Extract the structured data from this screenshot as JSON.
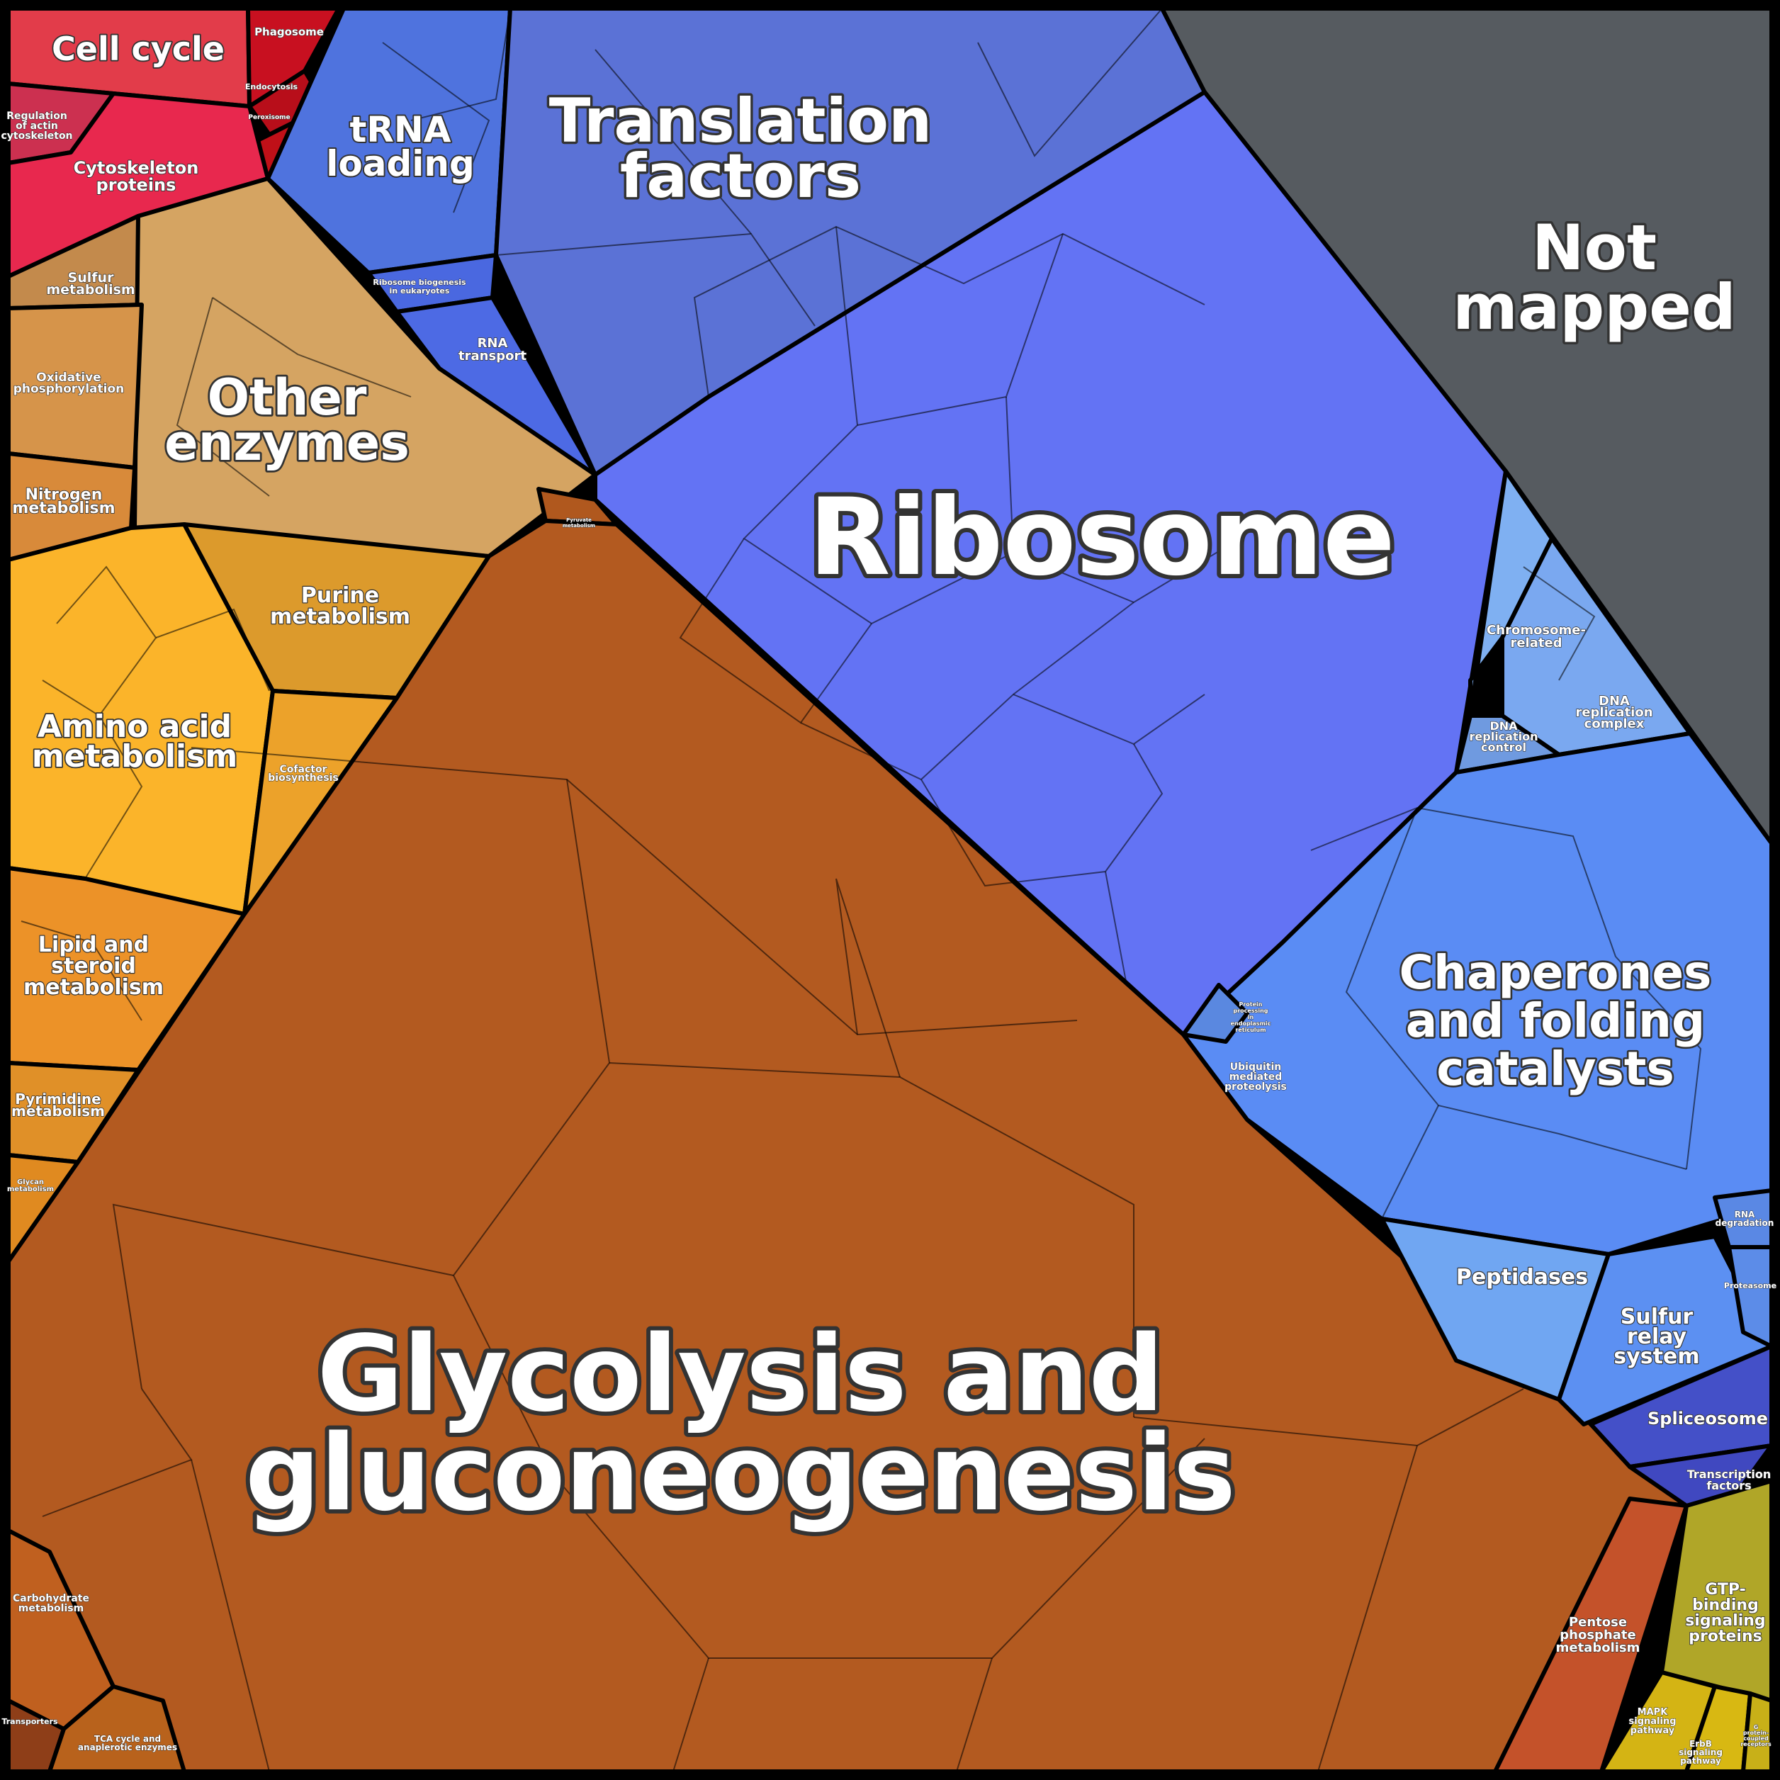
{
  "regions": [
    {
      "id": "cell-cycle",
      "label": "Cell cycle",
      "color": "#e23c4a"
    },
    {
      "id": "phagosome",
      "label": "Phagosome",
      "color": "#c81020"
    },
    {
      "id": "endocytosis",
      "label": "Endocytosis",
      "color": "#b80e1a"
    },
    {
      "id": "peroxisome",
      "label": "Peroxisome",
      "color": "#c01018"
    },
    {
      "id": "regulation-actin",
      "label": "Regulation of actin cytoskeleton",
      "color": "#cc3050"
    },
    {
      "id": "cytoskeleton",
      "label": "Cytoskeleton proteins",
      "color": "#e8284e"
    },
    {
      "id": "trna-loading",
      "label": "tRNA loading",
      "color": "#4f73de"
    },
    {
      "id": "translation-factors",
      "label": "Translation factors",
      "color": "#5b72d6"
    },
    {
      "id": "ribosome-biogenesis",
      "label": "Ribosome biogenesis in eukaryotes",
      "color": "#4a68e0"
    },
    {
      "id": "rna-transport",
      "label": "RNA transport",
      "color": "#4d6ae4"
    },
    {
      "id": "not-mapped",
      "label": "Not mapped",
      "color": "#565b60"
    },
    {
      "id": "sulfur-metabolism",
      "label": "Sulfur metabolism",
      "color": "#c38a4c"
    },
    {
      "id": "other-enzymes",
      "label": "Other enzymes",
      "color": "#d5a462"
    },
    {
      "id": "oxidative-phosphorylation",
      "label": "Oxidative phosphorylation",
      "color": "#d6944a"
    },
    {
      "id": "nitrogen-metabolism",
      "label": "Nitrogen metabolism",
      "color": "#d88a3a"
    },
    {
      "id": "ribosome",
      "label": "Ribosome",
      "color": "#6373f4"
    },
    {
      "id": "pyruvate-metabolism",
      "label": "Pyruvate metabolism",
      "color": "#b0581e"
    },
    {
      "id": "purine-metabolism",
      "label": "Purine metabolism",
      "color": "#dc9a2c"
    },
    {
      "id": "amino-acid-metabolism",
      "label": "Amino acid metabolism",
      "color": "#fbb42a"
    },
    {
      "id": "cofactor-biosynthesis",
      "label": "Cofactor biosynthesis",
      "color": "#eca22a"
    },
    {
      "id": "lipid-steroid",
      "label": "Lipid and steroid metabolism",
      "color": "#ec9228"
    },
    {
      "id": "pyrimidine-metabolism",
      "label": "Pyrimidine metabolism",
      "color": "#e09028"
    },
    {
      "id": "glycan-metabolism",
      "label": "Glycan metabolism",
      "color": "#e08a20"
    },
    {
      "id": "glycolysis",
      "label": "Glycolysis and gluconeogenesis",
      "color": "#b35a20"
    },
    {
      "id": "carbohydrate-metabolism",
      "label": "Carbohydrate metabolism",
      "color": "#c0601f"
    },
    {
      "id": "transporters",
      "label": "Transporters",
      "color": "#8e3e18"
    },
    {
      "id": "tca-cycle",
      "label": "TCA cycle and anaplerotic enzymes",
      "color": "#b8621c"
    },
    {
      "id": "chromosome-related",
      "label": "Chromosome-related",
      "color": "#7fb0f2"
    },
    {
      "id": "dna-replication-complex",
      "label": "DNA replication complex",
      "color": "#7aa8f0"
    },
    {
      "id": "dna-replication-control",
      "label": "DNA replication control",
      "color": "#6f9ae0"
    },
    {
      "id": "chaperones",
      "label": "Chaperones and folding catalysts",
      "color": "#5a8cf4"
    },
    {
      "id": "protein-processing",
      "label": "Protein processing in endoplasmic reticulum",
      "color": "#5a88e0"
    },
    {
      "id": "ubiquitin-proteolysis",
      "label": "Ubiquitin mediated proteolysis",
      "color": "#5488d8"
    },
    {
      "id": "peptidases",
      "label": "Peptidases",
      "color": "#70a6f2"
    },
    {
      "id": "sulfur-relay",
      "label": "Sulfur relay system",
      "color": "#5c90f2"
    },
    {
      "id": "rna-degradation",
      "label": "RNA degradation",
      "color": "#5a88e4"
    },
    {
      "id": "proteasome",
      "label": "Proteasome",
      "color": "#5c8ce8"
    },
    {
      "id": "spliceosome",
      "label": "Spliceosome",
      "color": "#4450c8"
    },
    {
      "id": "transcription-factors",
      "label": "Transcription factors",
      "color": "#4048c0"
    },
    {
      "id": "pentose-phosphate",
      "label": "Pentose phosphate metabolism",
      "color": "#c4522a"
    },
    {
      "id": "gtp-binding",
      "label": "GTP-binding signaling proteins",
      "color": "#b0a628"
    },
    {
      "id": "mapk",
      "label": "MAPK signaling pathway",
      "color": "#d4b414"
    },
    {
      "id": "erbb",
      "label": "ErbB signaling pathway",
      "color": "#d8b812"
    },
    {
      "id": "g-protein",
      "label": "G protein-coupled receptors",
      "color": "#c8b018"
    }
  ],
  "labels": {
    "cell_cycle": "Cell cycle",
    "phagosome": "Phagosome",
    "endocytosis": "Endocytosis",
    "peroxisome": "Peroxisome",
    "regulation_actin": [
      "Regulation",
      "of actin",
      "cytoskeleton"
    ],
    "cytoskeleton": [
      "Cytoskeleton",
      "proteins"
    ],
    "trna": [
      "tRNA",
      "loading"
    ],
    "translation": [
      "Translation",
      "factors"
    ],
    "ribosome_biogenesis": [
      "Ribosome biogenesis",
      "in eukaryotes"
    ],
    "rna_transport": [
      "RNA",
      "transport"
    ],
    "not_mapped": [
      "Not",
      "mapped"
    ],
    "sulfur_metabolism": [
      "Sulfur",
      "metabolism"
    ],
    "other_enzymes": [
      "Other",
      "enzymes"
    ],
    "oxidative": [
      "Oxidative",
      "phosphorylation"
    ],
    "nitrogen": [
      "Nitrogen",
      "metabolism"
    ],
    "ribosome": "Ribosome",
    "pyruvate": [
      "Pyruvate",
      "metabolism"
    ],
    "purine": [
      "Purine",
      "metabolism"
    ],
    "amino_acid": [
      "Amino acid",
      "metabolism"
    ],
    "cofactor": [
      "Cofactor",
      "biosynthesis"
    ],
    "lipid": [
      "Lipid and",
      "steroid",
      "metabolism"
    ],
    "pyrimidine": [
      "Pyrimidine",
      "metabolism"
    ],
    "glycan": [
      "Glycan",
      "metabolism"
    ],
    "glycolysis": [
      "Glycolysis and",
      "gluconeogenesis"
    ],
    "carbohydrate": [
      "Carbohydrate",
      "metabolism"
    ],
    "transporters": "Transporters",
    "tca": [
      "TCA cycle and",
      "anaplerotic enzymes"
    ],
    "chromosome": [
      "Chromosome-",
      "related"
    ],
    "dna_complex": [
      "DNA",
      "replication",
      "complex"
    ],
    "dna_control": [
      "DNA",
      "replication",
      "control"
    ],
    "chaperones": [
      "Chaperones",
      "and folding",
      "catalysts"
    ],
    "protein_processing": [
      "Protein",
      "processing",
      "in",
      "endoplasmic",
      "reticulum"
    ],
    "ubiquitin": [
      "Ubiquitin",
      "mediated",
      "proteolysis"
    ],
    "peptidases": "Peptidases",
    "sulfur_relay": [
      "Sulfur",
      "relay",
      "system"
    ],
    "rna_degradation": [
      "RNA",
      "degradation"
    ],
    "proteasome": "Proteasome",
    "spliceosome": "Spliceosome",
    "transcription": [
      "Transcription",
      "factors"
    ],
    "pentose": [
      "Pentose",
      "phosphate",
      "metabolism"
    ],
    "gtp": [
      "GTP-",
      "binding",
      "signaling",
      "proteins"
    ],
    "mapk": [
      "MAPK",
      "signaling",
      "pathway"
    ],
    "erbb": [
      "ErbB",
      "signaling",
      "pathway"
    ],
    "gprotein": [
      "G",
      "protein-",
      "coupled",
      "receptors"
    ]
  }
}
